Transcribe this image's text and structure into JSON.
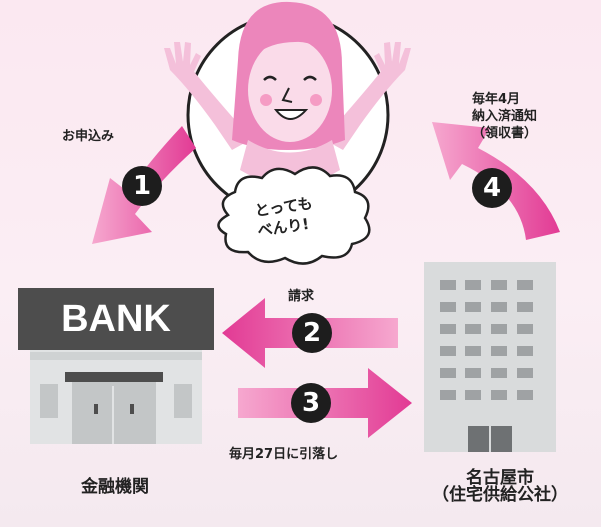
{
  "steps": [
    {
      "number": "1",
      "label": "お申込み"
    },
    {
      "number": "2",
      "label": "請求"
    },
    {
      "number": "3",
      "label": "毎月27日に引落し"
    },
    {
      "number": "4",
      "label": "毎年4月\n納入済通知\n（領収書）"
    }
  ],
  "bubble": "とっても\nべんり!",
  "bank": {
    "sign": "BANK",
    "caption": "金融機関"
  },
  "office": {
    "caption": "名古屋市\n（住宅供給公社）"
  },
  "colors": {
    "arrow_pink": "#ee5fa6",
    "arrow_light": "#f6a8cf",
    "bank_dark": "#4d4d4d",
    "building": "#d9dbdc"
  }
}
